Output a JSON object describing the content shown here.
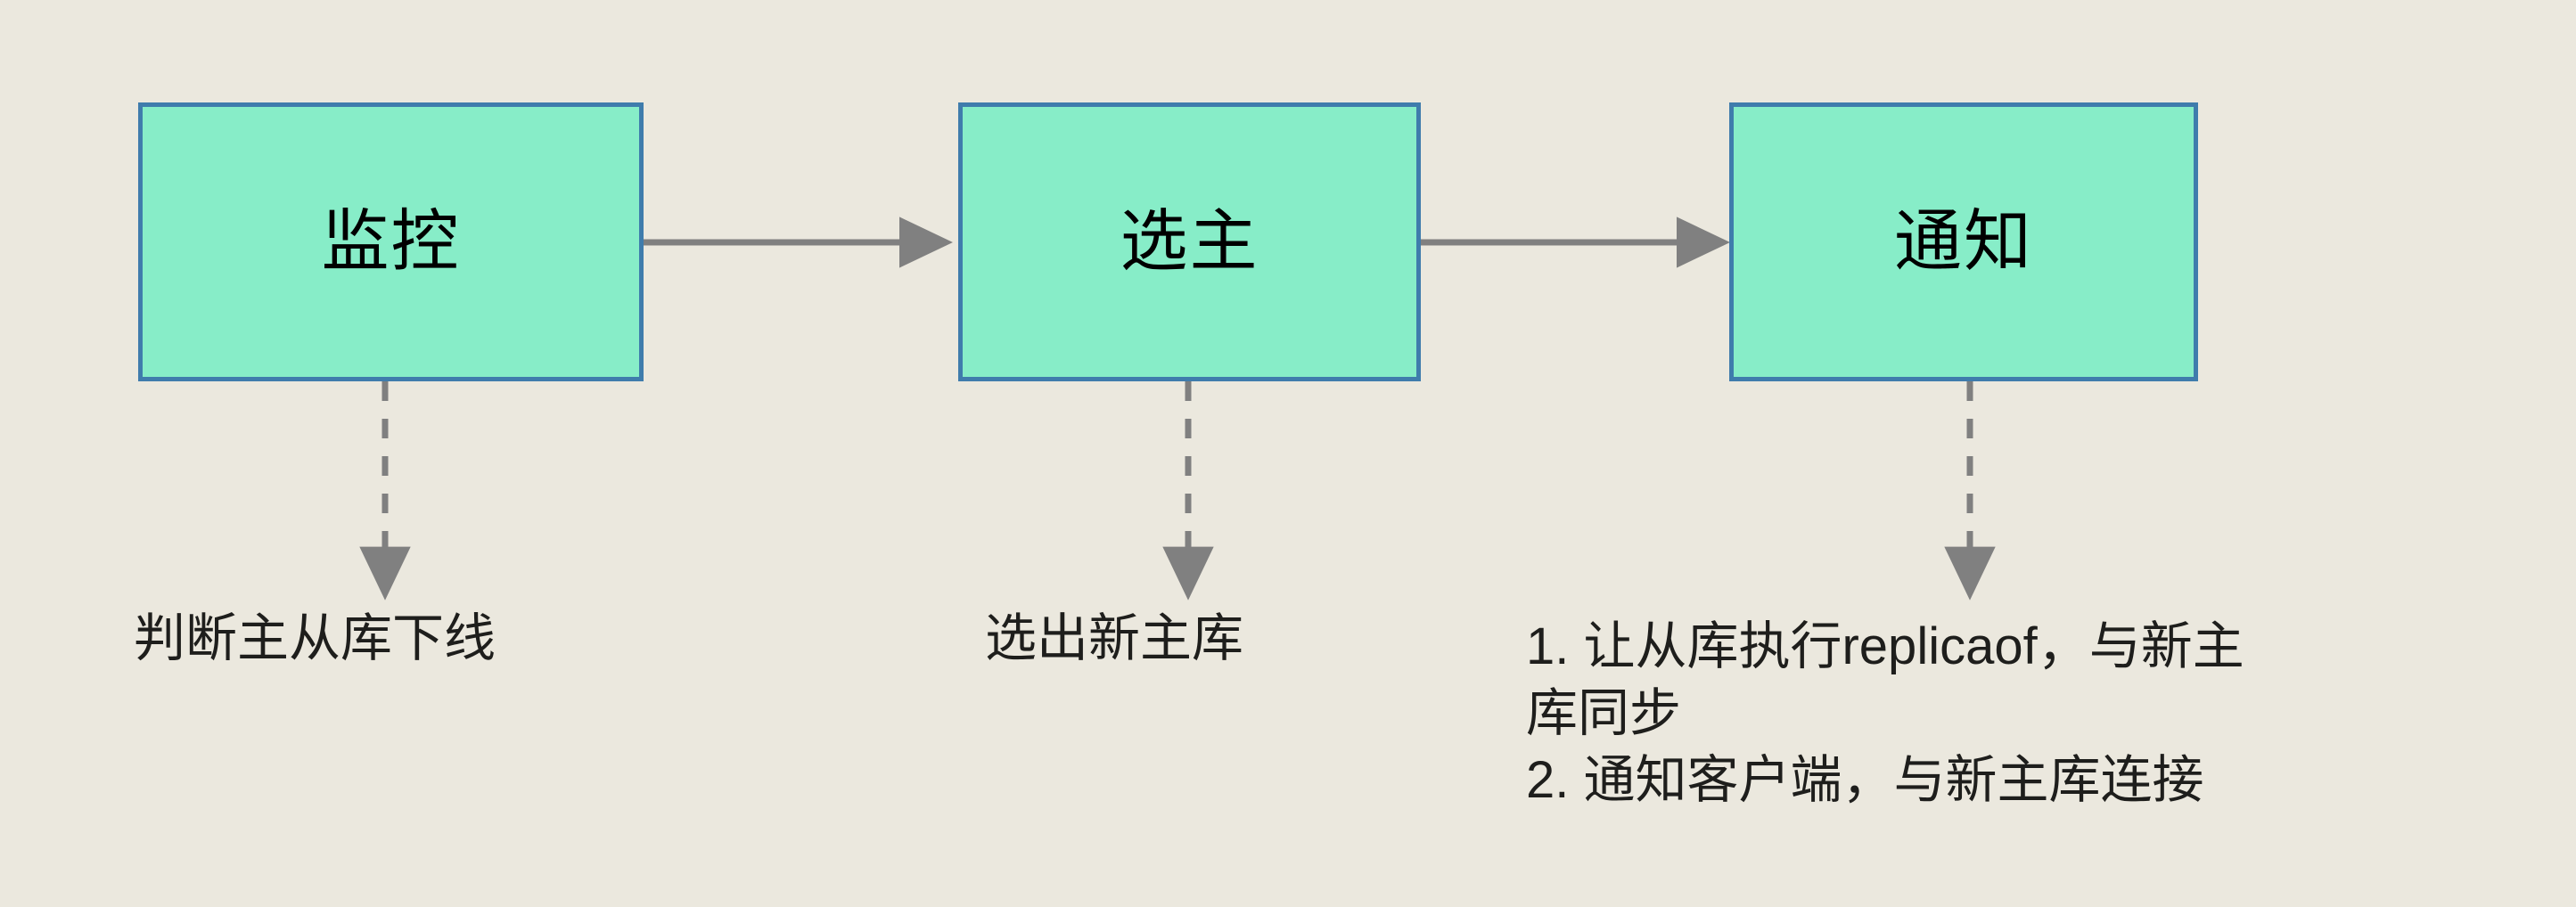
{
  "diagram": {
    "title": "Redis Sentinel failover flow",
    "background_color": "#EBE8DE",
    "node_fill_color": "#87EDC8",
    "node_border_color": "#3F7CAC",
    "connector_color": "#808080",
    "text_color": "#1E1E1C",
    "nodes": [
      {
        "id": "monitor",
        "label": "监控"
      },
      {
        "id": "select-master",
        "label": "选主"
      },
      {
        "id": "notify",
        "label": "通知"
      }
    ],
    "flow_arrows": [
      {
        "from": "监控",
        "to": "选主",
        "style": "solid"
      },
      {
        "from": "选主",
        "to": "通知",
        "style": "solid"
      }
    ],
    "annotation_arrows": [
      {
        "from": "监控",
        "to": "判断主从库下线",
        "style": "dashed"
      },
      {
        "from": "选主",
        "to": "选出新主库",
        "style": "dashed"
      },
      {
        "from": "通知",
        "to": "让从库执行replicaof，与新主库同步",
        "style": "dashed"
      }
    ],
    "captions": [
      {
        "id": "monitor-caption",
        "text": "判断主从库下线"
      },
      {
        "id": "select-master-caption",
        "text": "选出新主库"
      }
    ],
    "notify_caption": {
      "id": "notify-caption",
      "lines": [
        "1. 让从库执行replicaof，与新主",
        "库同步",
        "2. 通知客户端，与新主库连接"
      ]
    }
  }
}
